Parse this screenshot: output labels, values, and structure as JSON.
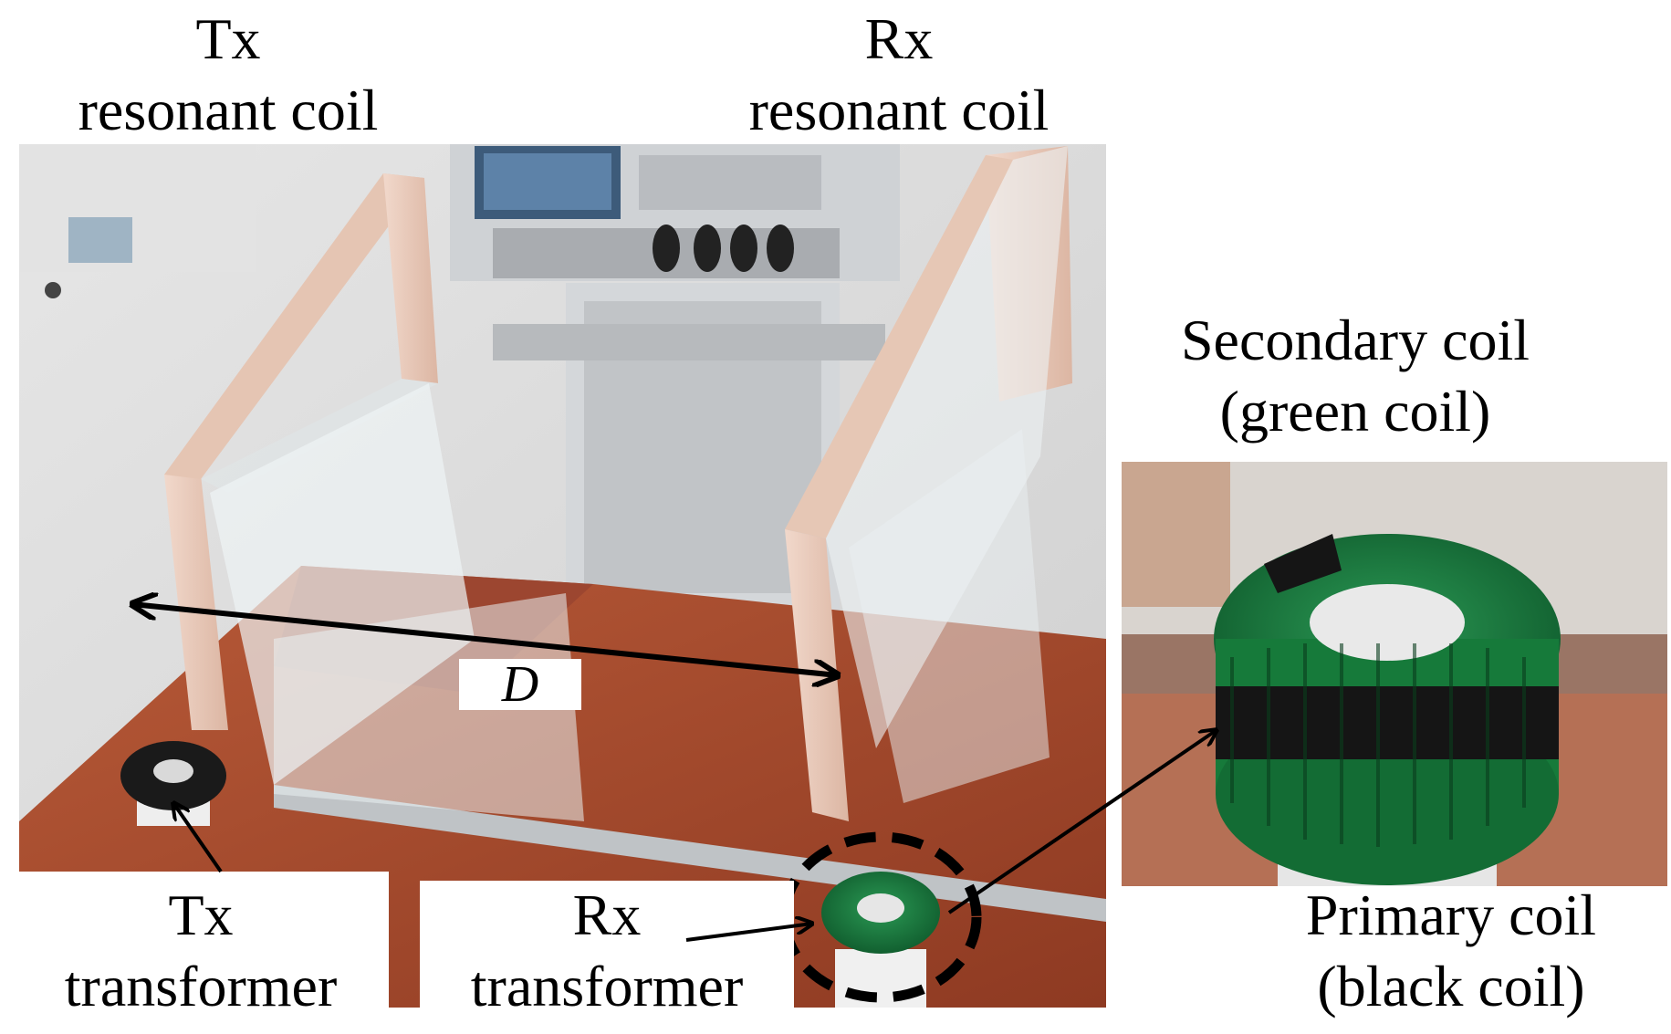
{
  "labels": {
    "tx_resonant": {
      "line1": "Tx",
      "line2": "resonant coil"
    },
    "rx_resonant": {
      "line1": "Rx",
      "line2": "resonant coil"
    },
    "secondary": {
      "line1": "Secondary coil",
      "line2": "(green coil)"
    },
    "primary": {
      "line1": "Primary coil",
      "line2": "(black coil)"
    },
    "tx_transformer": {
      "line1": "Tx",
      "line2": "transformer"
    },
    "rx_transformer": {
      "line1": "Rx",
      "line2": "transformer"
    },
    "distance": "D"
  },
  "colors": {
    "floor": "#dcdcdc",
    "table_wood": "#a8452a",
    "acrylic": "#e8eef0",
    "copper_frame": "#e8c9b8",
    "green_coil": "#1a7a3e",
    "black_coil": "#1a1a1a",
    "analyzer": "#c9cccf",
    "arrow": "#000000"
  }
}
